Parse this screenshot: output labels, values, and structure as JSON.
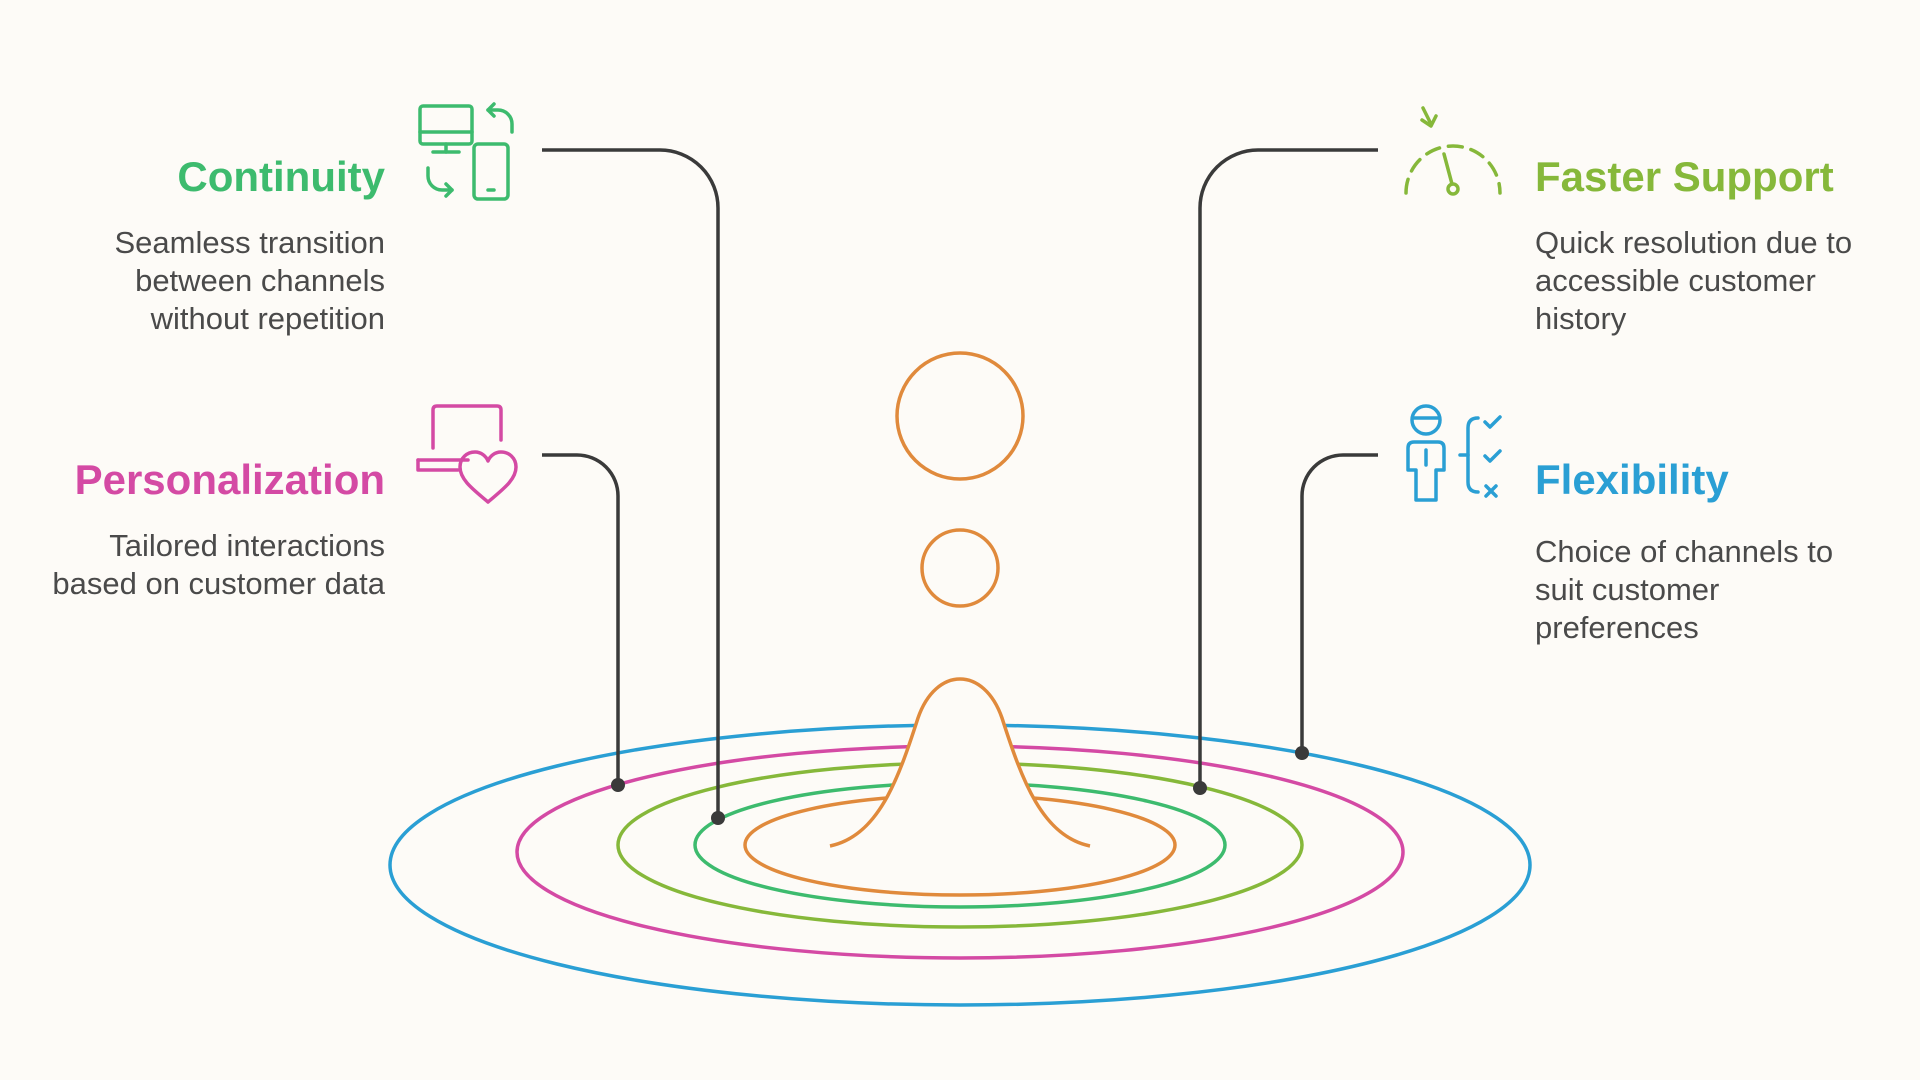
{
  "colors": {
    "background": "#fdfbf7",
    "continuity": "#3dbb6e",
    "personalization": "#d44aa4",
    "faster_support": "#86b83a",
    "flexibility": "#2a9fd4",
    "center": "#e08a3c",
    "connector": "#3a3a3a",
    "description_text": "#4a4a4a"
  },
  "items": {
    "continuity": {
      "title": "Continuity",
      "description": "Seamless transition\nbetween channels\nwithout repetition",
      "icon": "devices-sync-icon"
    },
    "personalization": {
      "title": "Personalization",
      "description": "Tailored interactions\nbased on customer data",
      "icon": "laptop-heart-icon"
    },
    "faster_support": {
      "title": "Faster Support",
      "description": "Quick resolution due to\naccessible customer\nhistory",
      "icon": "speedometer-icon"
    },
    "flexibility": {
      "title": "Flexibility",
      "description": "Choice of channels to\nsuit customer\npreferences",
      "icon": "person-checklist-icon"
    }
  },
  "center": {
    "icon": "water-drop-ripple-icon"
  }
}
